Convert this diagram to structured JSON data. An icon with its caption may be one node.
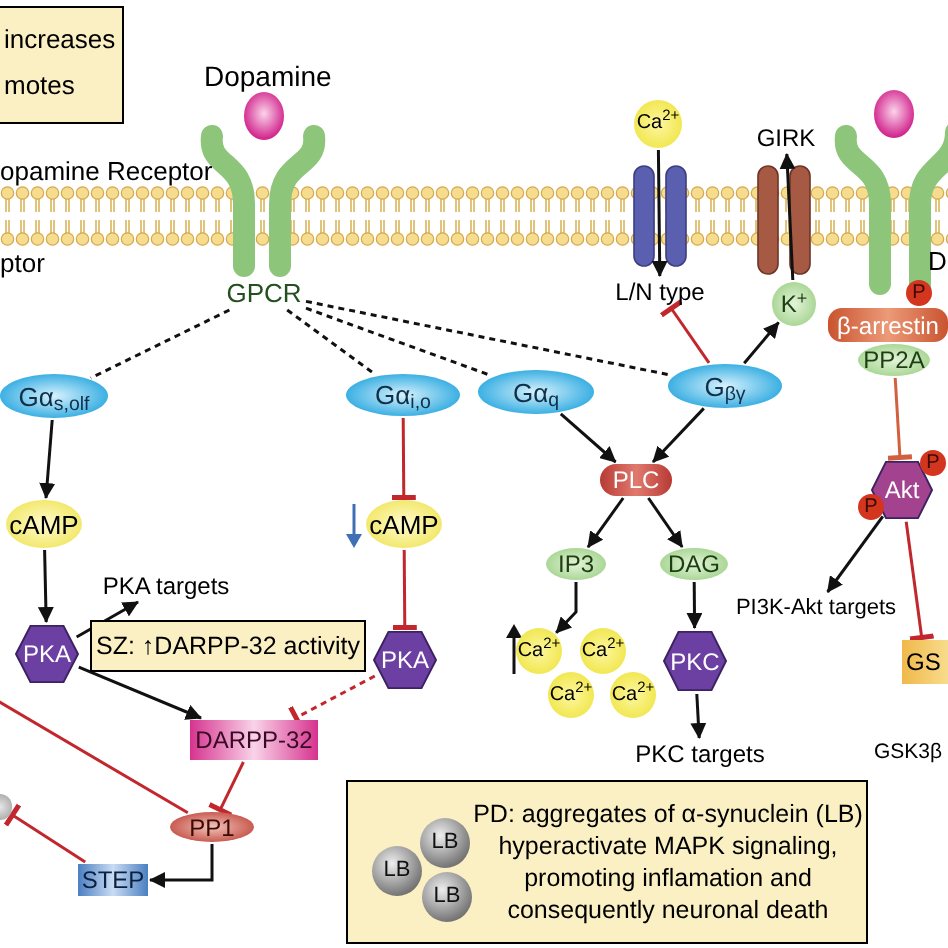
{
  "diagram": {
    "nodes": [
      {
        "text": [
          "increases",
          "motes"
        ]
      },
      {
        "text": [
          "GPCR"
        ]
      },
      {
        "text": [
          "Ca$^{2+}$"
        ]
      },
      {
        "text": [
          "L/N type"
        ]
      },
      {
        "text": [
          "GIRK"
        ]
      },
      {
        "text": [
          "K$^{+}$"
        ]
      },
      {
        "text": [
          "P"
        ]
      },
      {
        "text": [
          "β-arrestin"
        ]
      },
      {
        "text": [
          "PP2A"
        ]
      },
      {
        "text": [
          "Gα$_{s,olf}$"
        ]
      },
      {
        "text": [
          "Gα$_{i,o}$"
        ]
      },
      {
        "text": [
          "Gα$_{q}$"
        ]
      },
      {
        "text": [
          "G$_{βγ}$"
        ]
      },
      {
        "text": [
          "cAMP"
        ]
      },
      {
        "text": [
          "cAMP"
        ]
      },
      {
        "text": [
          "PLC"
        ]
      },
      {
        "text": [
          "Akt"
        ]
      },
      {
        "text": [
          "P"
        ]
      },
      {
        "text": [
          "P"
        ]
      },
      {
        "text": [
          "PKA targets"
        ]
      },
      {
        "text": [
          "PI3K-Akt targets"
        ]
      },
      {
        "text": [
          "IP3"
        ]
      },
      {
        "text": [
          "DAG"
        ]
      },
      {
        "text": [
          "PKA"
        ]
      },
      {
        "text": [
          "SZ: ↑DARPP-32 activity"
        ]
      },
      {
        "text": [
          "PKA"
        ]
      },
      {
        "text": [
          "Ca$^{2+}$"
        ]
      },
      {
        "text": [
          "Ca$^{2+}$"
        ]
      },
      {
        "text": [
          "PKC"
        ]
      },
      {
        "text": [
          "GS"
        ]
      },
      {
        "text": [
          "Ca$^{2+}$"
        ]
      },
      {
        "text": [
          "Ca$^{2+}$"
        ]
      },
      {
        "text": [
          "DARPP-32"
        ]
      },
      {
        "text": [
          "PKC targets"
        ]
      },
      {
        "text": [
          "PD: aggregates of α-synuclein (LB) hyperactivate MAPK signaling, promoting inflamation and consequently neuronal death"
        ]
      },
      {
        "text": [],
        "shape": "circle"
      },
      {
        "text": [
          "PP1"
        ]
      },
      {
        "text": [
          "LB"
        ],
        "in": 34
      },
      {
        "text": [
          "LB"
        ],
        "in": 34
      },
      {
        "text": [
          "LB"
        ],
        "in": 34
      },
      {
        "text": [
          "STEP"
        ]
      }
    ],
    "edges": [
      {
        "from": 1,
        "to": 9,
        "arrow": "none",
        "style": "dashed"
      },
      {
        "from": 1,
        "to": 10,
        "arrow": "none",
        "style": "dashed"
      },
      {
        "from": 1,
        "to": 11,
        "arrow": "none",
        "style": "dashed"
      },
      {
        "from": 1,
        "to": 12,
        "arrow": "none",
        "style": "dashed"
      },
      {
        "from": 2,
        "to": 3,
        "arrow": "to"
      },
      {
        "from": 5,
        "to": 4,
        "arrow": "to"
      },
      {
        "from": 12,
        "to": 5,
        "arrow": "to"
      },
      {
        "from": 12,
        "to": 3,
        "arrow": "other",
        "color": "#c1272d"
      },
      {
        "from": 8,
        "to": 16,
        "arrow": "other",
        "color": "#d2603f"
      },
      {
        "from": 9,
        "to": 13,
        "arrow": "to"
      },
      {
        "from": 10,
        "to": 14,
        "arrow": "other",
        "color": "#c1272d"
      },
      {
        "from": 13,
        "to": 23,
        "arrow": "to"
      },
      {
        "from": 14,
        "to": 25,
        "arrow": "other",
        "color": "#c1272d"
      },
      {
        "from": 23,
        "to": 19,
        "arrow": "to"
      },
      {
        "from": 11,
        "to": 15,
        "arrow": "to"
      },
      {
        "from": 12,
        "to": 15,
        "arrow": "to"
      },
      {
        "from": 15,
        "to": 21,
        "arrow": "to"
      },
      {
        "from": 15,
        "to": 22,
        "arrow": "to"
      },
      {
        "from": 21,
        "to": 26,
        "arrow": "to"
      },
      {
        "from": 22,
        "to": 28,
        "arrow": "to"
      },
      {
        "from": 28,
        "to": 33,
        "arrow": "to"
      },
      {
        "from": 16,
        "to": 20,
        "arrow": "to"
      },
      {
        "from": 16,
        "to": 29,
        "arrow": "other",
        "color": "#c1272d"
      },
      {
        "from": 23,
        "to": 32,
        "arrow": "to"
      },
      {
        "from": 25,
        "to": 32,
        "arrow": "other",
        "style": "dashed",
        "color": "#c1272d"
      },
      {
        "from": 32,
        "to": 36,
        "arrow": "other",
        "color": "#c1272d"
      },
      {
        "from": 36,
        "to": null,
        "arrow": "none",
        "color": "#c1272d"
      },
      {
        "from": 36,
        "to": 40,
        "arrow": "to"
      },
      {
        "from": 40,
        "to": 35,
        "arrow": "other",
        "color": "#c1272d"
      }
    ],
    "labels": [
      "Dopamine",
      "opamine Receptor",
      "ptor",
      "D",
      "GSK3β"
    ]
  }
}
